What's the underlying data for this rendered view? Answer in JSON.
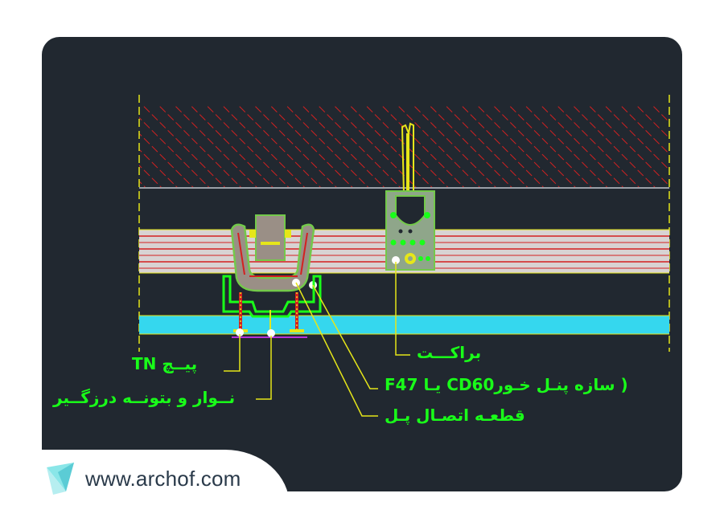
{
  "labels": {
    "bracket": "براکـــت",
    "panel_frame": "( سازه پنـل خـورCD60 یـا F47",
    "connector": "قطعـه اتصـال پـل",
    "screw": "پیــچ TN",
    "tape": "نــوار و بتونــه درزگــیر"
  },
  "brand": {
    "url": "www.archof.com",
    "logo_icon": "archof-logo"
  },
  "colors": {
    "background": "#212830",
    "label": "#19ff19",
    "leader": "#e6e619",
    "hatch": "#d42020",
    "board": "#35d7ee",
    "metal": "#73c94a"
  }
}
